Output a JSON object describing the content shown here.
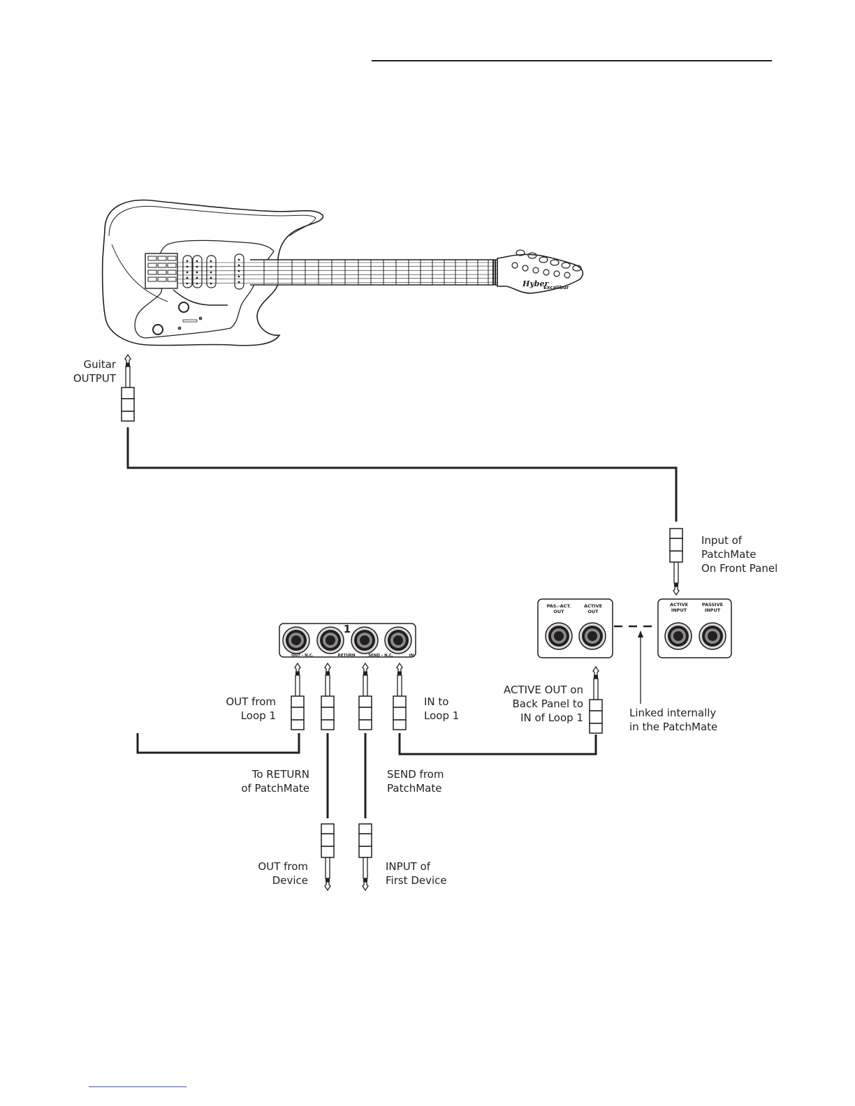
{
  "labels": {
    "guitar_output": "Guitar\nOUTPUT",
    "input_patchmate": "Input of\nPatchMate\nOn Front Panel",
    "out_from_loop1": "OUT from\nLoop 1",
    "in_to_loop1": "IN to\nLoop 1",
    "active_out_back": "ACTIVE OUT on\nBack Panel to\nIN of Loop 1",
    "linked_internally": "Linked internally\nin the PatchMate",
    "to_return": "To RETURN\nof PatchMate",
    "send_from": "SEND from\nPatchMate",
    "out_from_device": "OUT from\nDevice",
    "input_first_device": "INPUT of\nFirst Device"
  },
  "panels": {
    "loop_number": "1",
    "loop_jacks": [
      "OUT - N.C.",
      "RETURN",
      "SEND - N.C.",
      "IN"
    ],
    "back_panel_jacks": [
      "PAS.-ACT.\nOUT",
      "ACTIVE\nOUT"
    ],
    "front_panel_jacks": [
      "ACTIVE\nINPUT",
      "PASSIVE\nINPUT"
    ]
  },
  "guitar": {
    "brand": "Hyber",
    "model": "Excalibur"
  },
  "colors": {
    "ink": "#231f20",
    "footer_rule": "#3a57c8"
  }
}
